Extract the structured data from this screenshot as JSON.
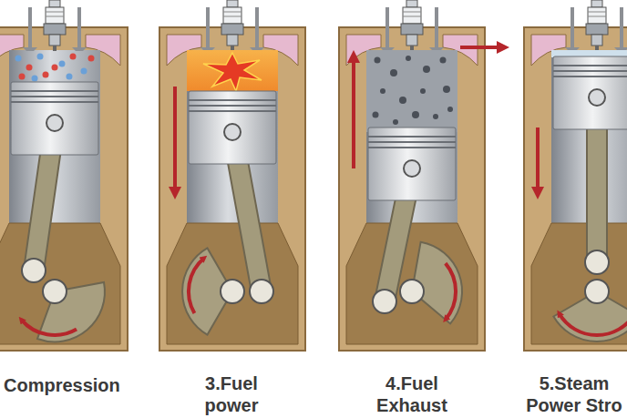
{
  "diagram": {
    "labels": [
      "Compression",
      "3.Fuel power",
      "4.Fuel Exhaust",
      "5.Steam Power Stro"
    ]
  }
}
